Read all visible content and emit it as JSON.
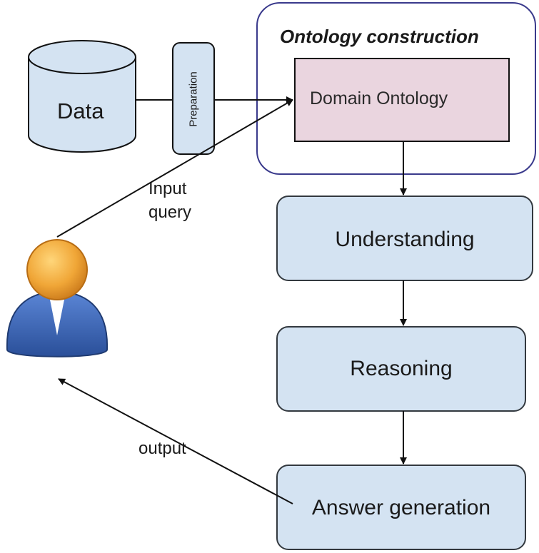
{
  "diagram": {
    "ontology_group_title": "Ontology construction",
    "nodes": {
      "data": "Data",
      "preparation": "Preparation",
      "domain_ontology": "Domain Ontology",
      "understanding": "Understanding",
      "reasoning": "Reasoning",
      "answer_generation": "Answer generation"
    },
    "edge_labels": {
      "input_line1": "Input",
      "input_line2": "query",
      "output": "output"
    },
    "icons": {
      "user": "user-icon"
    },
    "colors": {
      "box_fill": "#d4e3f2",
      "box_stroke": "#33393f",
      "ontology_group_border": "#3a3a8c",
      "domain_ontology_fill": "#ead5df",
      "user_head": "#f0a637",
      "user_body": "#3b68b8"
    }
  }
}
